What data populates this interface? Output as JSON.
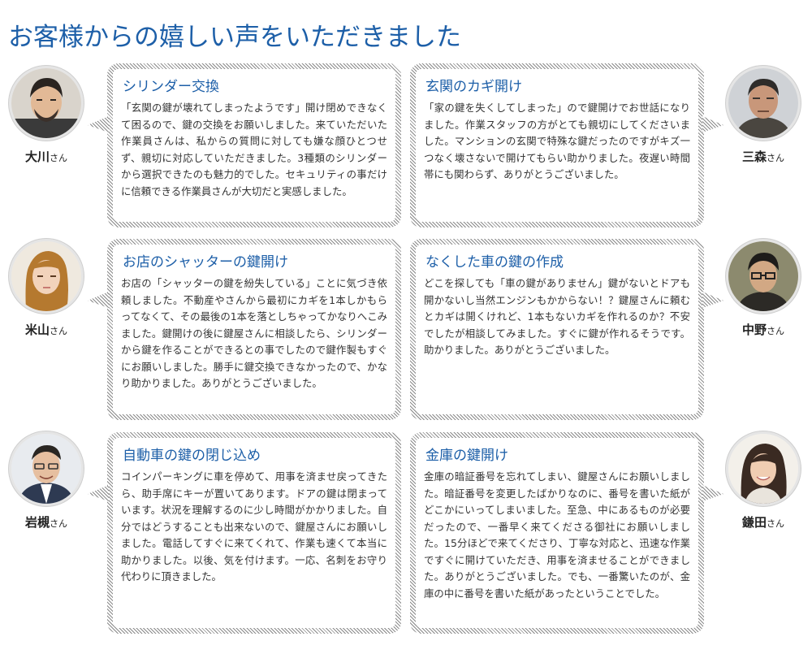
{
  "page": {
    "title": "お客様からの嬉しい声をいただきました"
  },
  "testimonials": [
    {
      "title": "シリンダー交換",
      "text": "「玄関の鍵が壊れてしまったようです」開け閉めできなくて困るので、鍵の交換をお願いしました。来ていただいた作業員さんは、私からの質問に対しても嫌な顔ひとつせず、親切に対応していただきました。3種類のシリンダーから選択できたのも魅力的でした。セキュリティの事だけに信頼できる作業員さんが大切だと実感しました。",
      "name": "大川",
      "honorific": "さん",
      "avatar_icon": "man-with-beard-photo"
    },
    {
      "title": "玄関のカギ開け",
      "text": "「家の鍵を失くしてしまった」ので鍵開けでお世話になりました。作業スタッフの方がとても親切にしてくださいました。マンションの玄関で特殊な鍵だったのですがキズ一つなく壊さないで開けてもらい助かりました。夜遅い時間帯にも関わらず、ありがとうございました。",
      "name": "三森",
      "honorific": "さん",
      "avatar_icon": "older-man-photo"
    },
    {
      "title": "お店のシャッターの鍵開け",
      "text": "お店の「シャッターの鍵を紛失している」ことに気づき依頼しました。不動産やさんから最初にカギを1本しかもらってなくて、その最後の1本を落としちゃってかなりへこみました。鍵開けの後に鍵屋さんに相談したら、シリンダーから鍵を作ることができるとの事でしたので鍵作製もすぐにお願いしました。勝手に鍵交換できなかったので、かなり助かりました。ありがとうございました。",
      "name": "米山",
      "honorific": "さん",
      "avatar_icon": "young-woman-photo"
    },
    {
      "title": "なくした車の鍵の作成",
      "text": "どこを探しても「車の鍵がありません」鍵がないとドアも開かないし当然エンジンもかからない！？鍵屋さんに頼むとカギは開くけれど、1本もないカギを作れるのか？不安でしたが相談してみました。すぐに鍵が作れるそうです。助かりました。ありがとうございました。",
      "name": "中野",
      "honorific": "さん",
      "avatar_icon": "young-man-glasses-photo"
    },
    {
      "title": "自動車の鍵の閉じ込め",
      "text": "コインパーキングに車を停めて、用事を済ませ戻ってきたら、助手席にキーが置いてあります。ドアの鍵は閉まっています。状況を理解するのに少し時間がかかりました。自分ではどうすることも出来ないので、鍵屋さんにお願いしました。電話してすぐに来てくれて、作業も速くて本当に助かりました。以後、気を付けます。一応、名刺をお守り代わりに頂きました。",
      "name": "岩槻",
      "honorific": "さん",
      "avatar_icon": "businessman-glasses-photo"
    },
    {
      "title": "金庫の鍵開け",
      "text": "金庫の暗証番号を忘れてしまい、鍵屋さんにお願いしました。暗証番号を変更したばかりなのに、番号を書いた紙がどこかにいってしまいました。至急、中にあるものが必要だったので、一番早く来てくださる御社にお願いしました。15分ほどで来てくださり、丁寧な対応と、迅速な作業ですぐに開けていただき、用事を済ませることができました。ありがとうございました。でも、一番驚いたのが、金庫の中に番号を書いた紙があったということでした。",
      "name": "鎌田",
      "honorific": "さん",
      "avatar_icon": "woman-smiling-photo"
    }
  ]
}
